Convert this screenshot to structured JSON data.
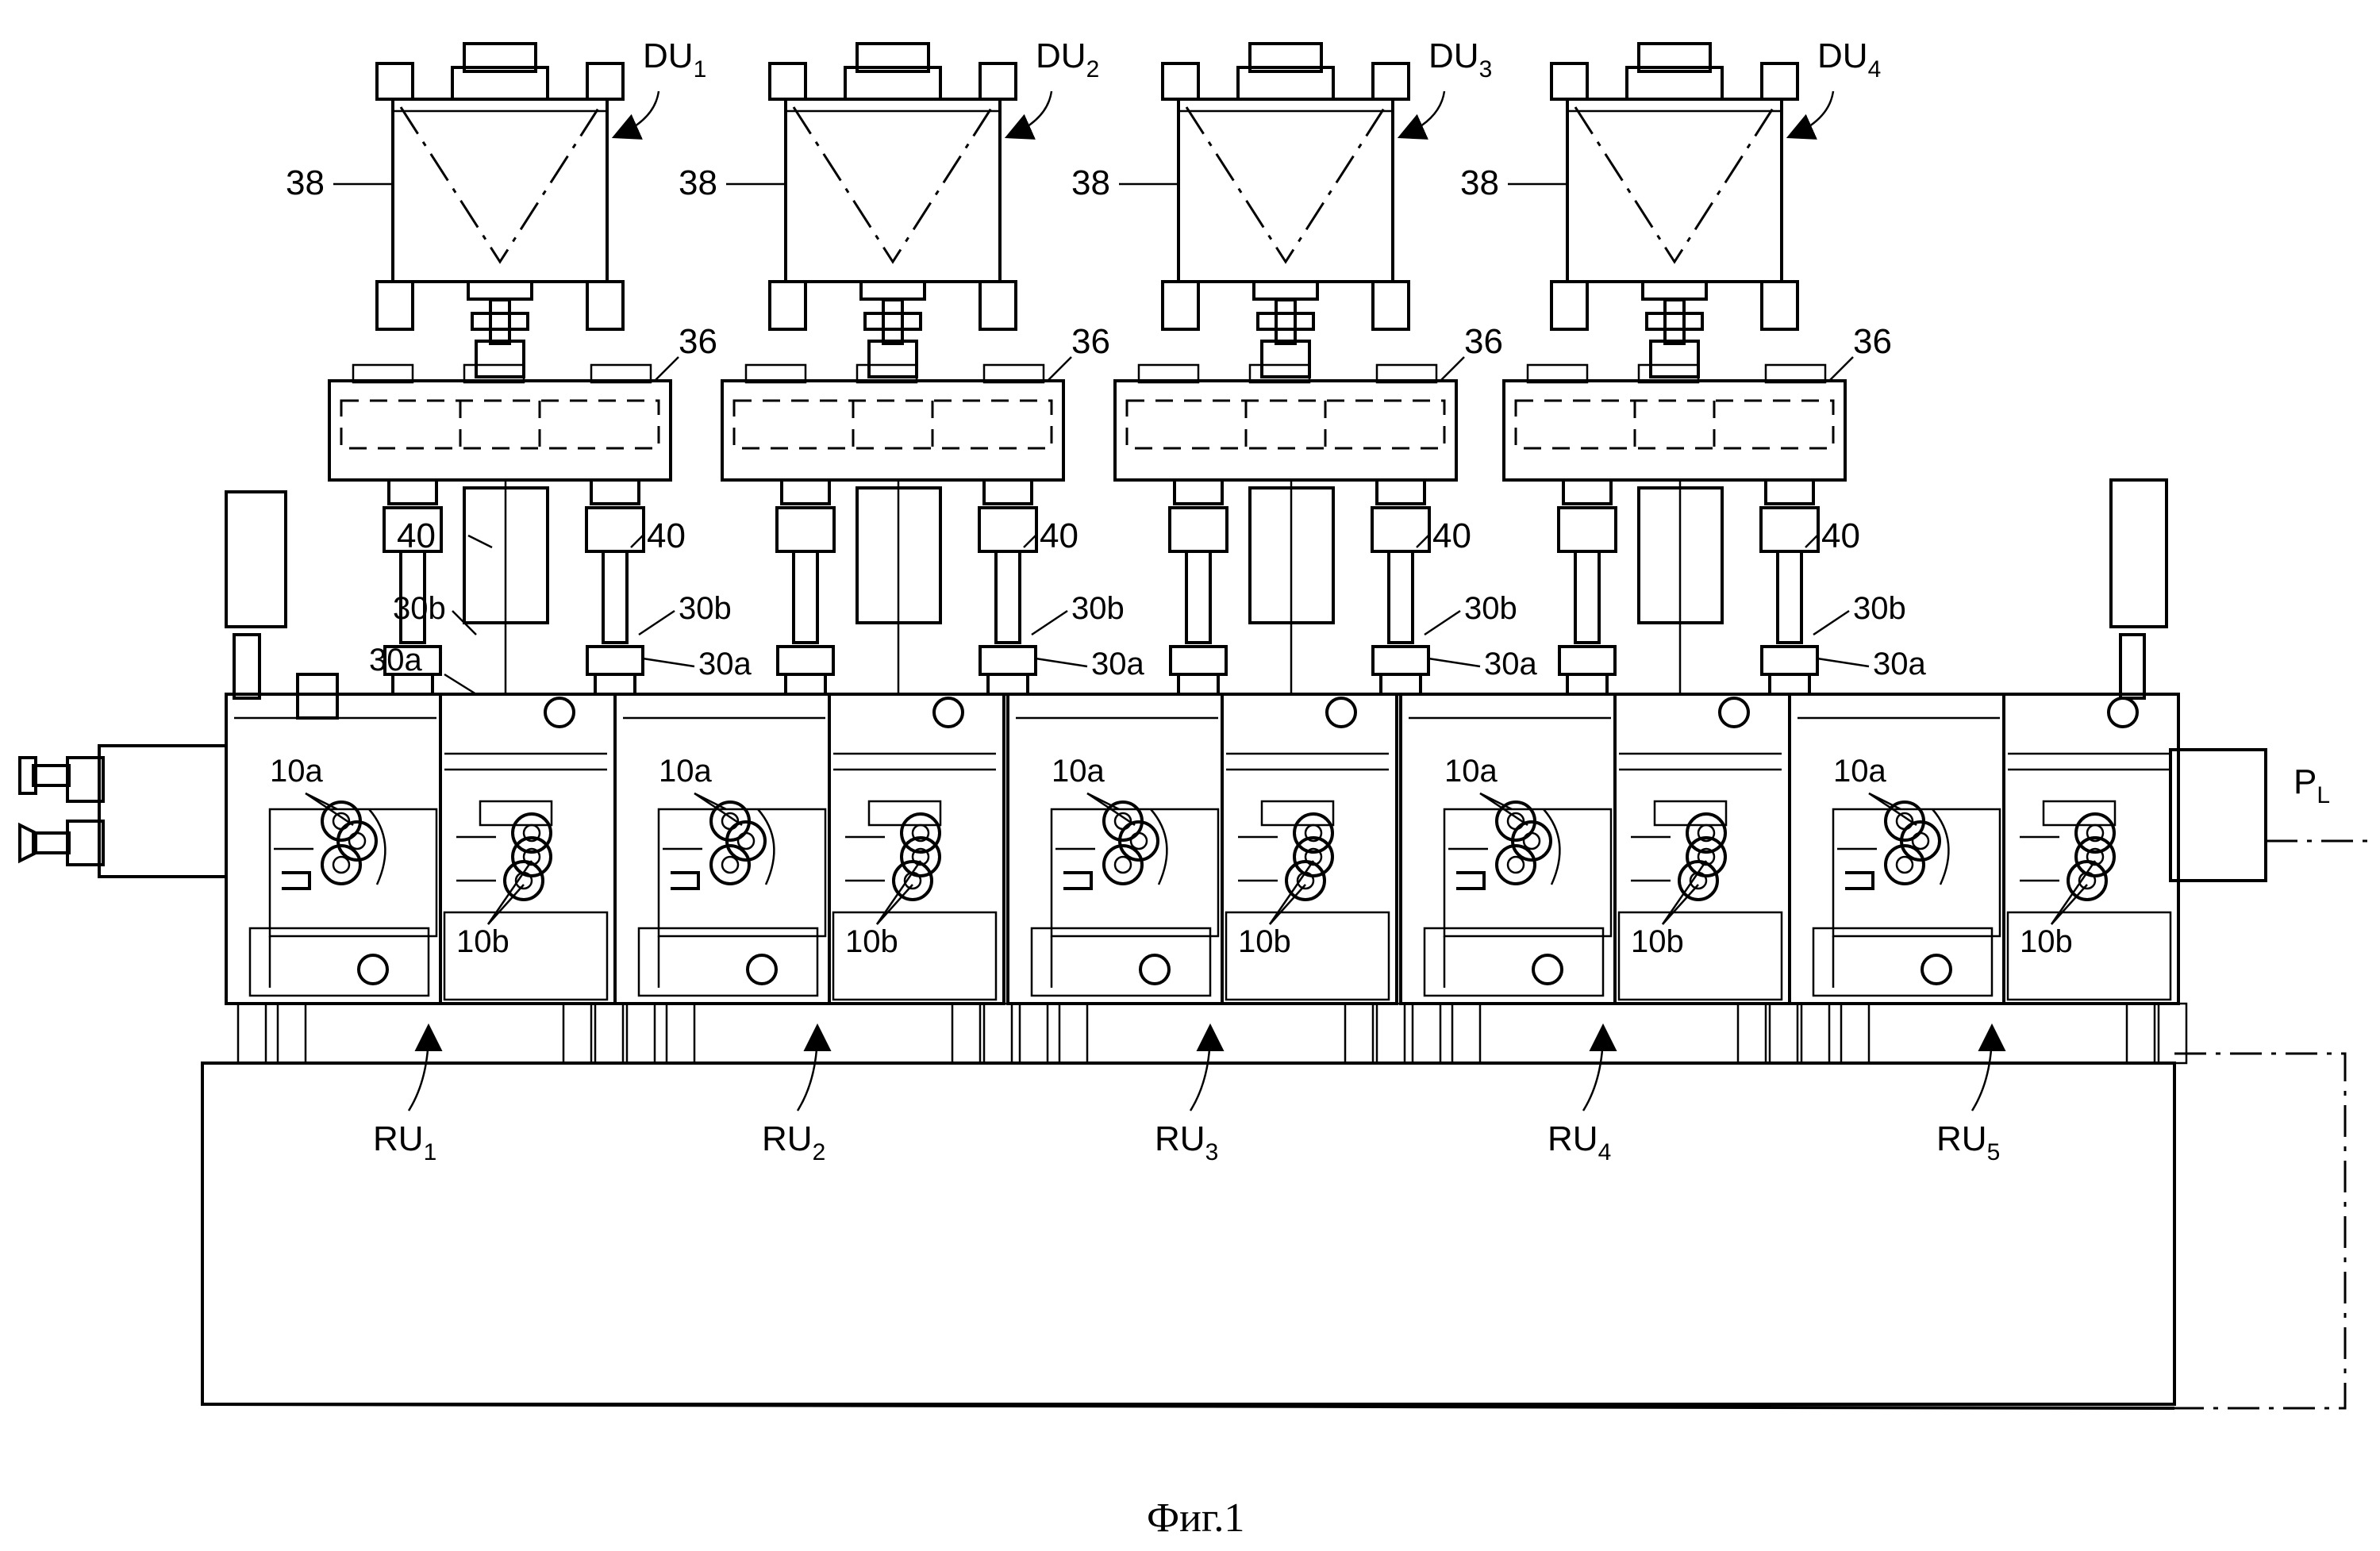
{
  "labels": {
    "drive_unit_prefix": "DU",
    "reducer_number": "38",
    "gearbox_number": "36",
    "shaft_number": "40",
    "coupling_upper": "30b",
    "coupling_lower": "30a",
    "roll_upper": "10a",
    "roll_lower": "10b",
    "rolling_unit_prefix": "RU",
    "pass_line": "P",
    "pass_line_sub": "L"
  },
  "drive_units": [
    "1",
    "2",
    "3",
    "4"
  ],
  "rolling_units": [
    "1",
    "2",
    "3",
    "4",
    "5"
  ],
  "caption": "Фиг.1"
}
